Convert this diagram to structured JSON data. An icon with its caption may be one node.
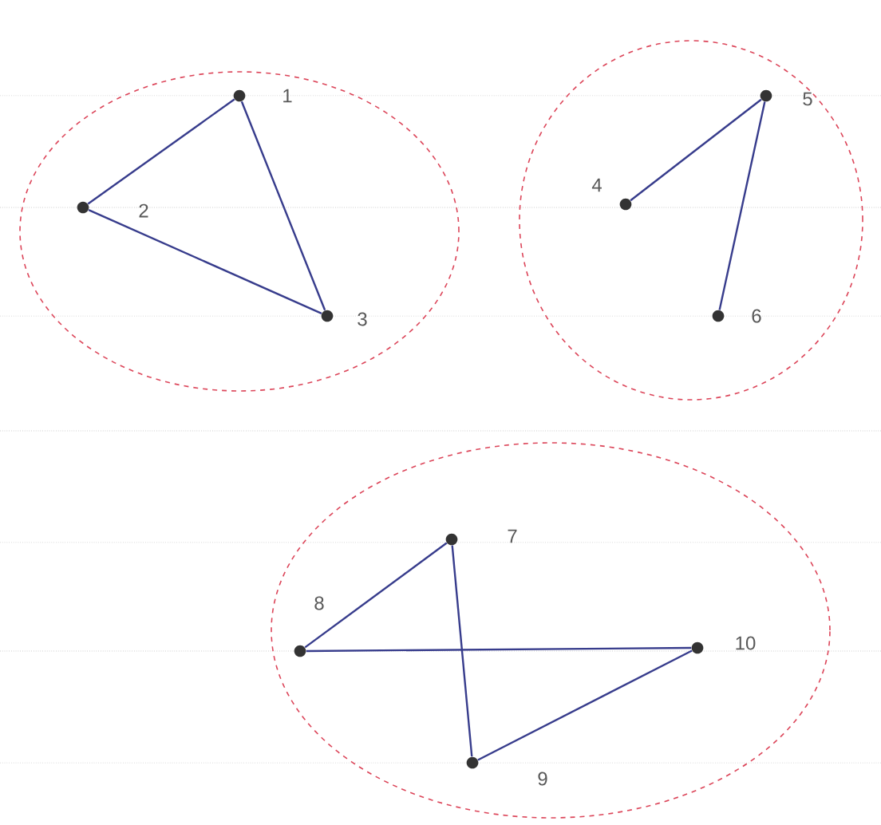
{
  "diagram": {
    "nodes": [
      {
        "text": [],
        "shape": "circle"
      },
      {
        "text": [
          "1"
        ],
        "in": 0
      },
      {
        "text": [
          "2"
        ],
        "in": 0
      },
      {
        "text": [
          "3"
        ],
        "in": 0
      },
      {
        "text": [],
        "shape": "circle"
      },
      {
        "text": [
          "4"
        ],
        "in": 4
      },
      {
        "text": [
          "5"
        ],
        "in": 4
      },
      {
        "text": [
          "6"
        ],
        "in": 4
      },
      {
        "text": [],
        "shape": "circle"
      },
      {
        "text": [
          "7"
        ],
        "in": 8
      },
      {
        "text": [
          "8"
        ],
        "in": 8
      },
      {
        "text": [
          "9"
        ],
        "in": 8
      },
      {
        "text": [
          "10"
        ],
        "in": 8
      }
    ],
    "edges": [
      {
        "from": 1,
        "to": 2,
        "arrow": "none"
      },
      {
        "from": 1,
        "to": 3,
        "arrow": "none"
      },
      {
        "from": 2,
        "to": 3,
        "arrow": "none"
      },
      {
        "from": 5,
        "to": 6,
        "arrow": "none"
      },
      {
        "from": 6,
        "to": 7,
        "arrow": "none"
      },
      {
        "from": 9,
        "to": 10,
        "arrow": "none"
      },
      {
        "from": 9,
        "to": 11,
        "arrow": "none"
      },
      {
        "from": 10,
        "to": 12,
        "arrow": "none"
      },
      {
        "from": 11,
        "to": 12,
        "arrow": "none"
      }
    ]
  }
}
